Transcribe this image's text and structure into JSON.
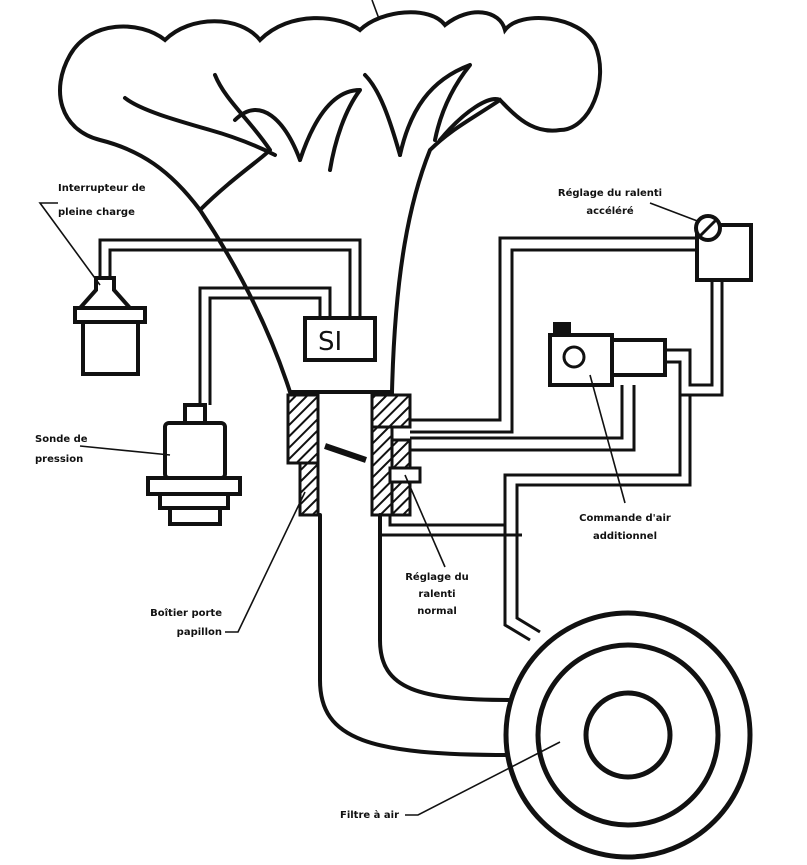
{
  "diagram": {
    "labels": {
      "full_load_switch": [
        "Interrupteur de",
        "pleine charge"
      ],
      "fast_idle_adjust": [
        "Réglage du ralenti",
        "accéléré"
      ],
      "pressure_sensor": [
        "Sonde de",
        "pression"
      ],
      "aux_air_control": [
        "Commande d'air",
        "additionnel"
      ],
      "normal_idle_adjust": [
        "Réglage du",
        "ralenti",
        "normal"
      ],
      "throttle_body": [
        "Boîtier porte",
        "papillon"
      ],
      "air_filter": "Filtre à air",
      "si_unit": "SI"
    }
  }
}
